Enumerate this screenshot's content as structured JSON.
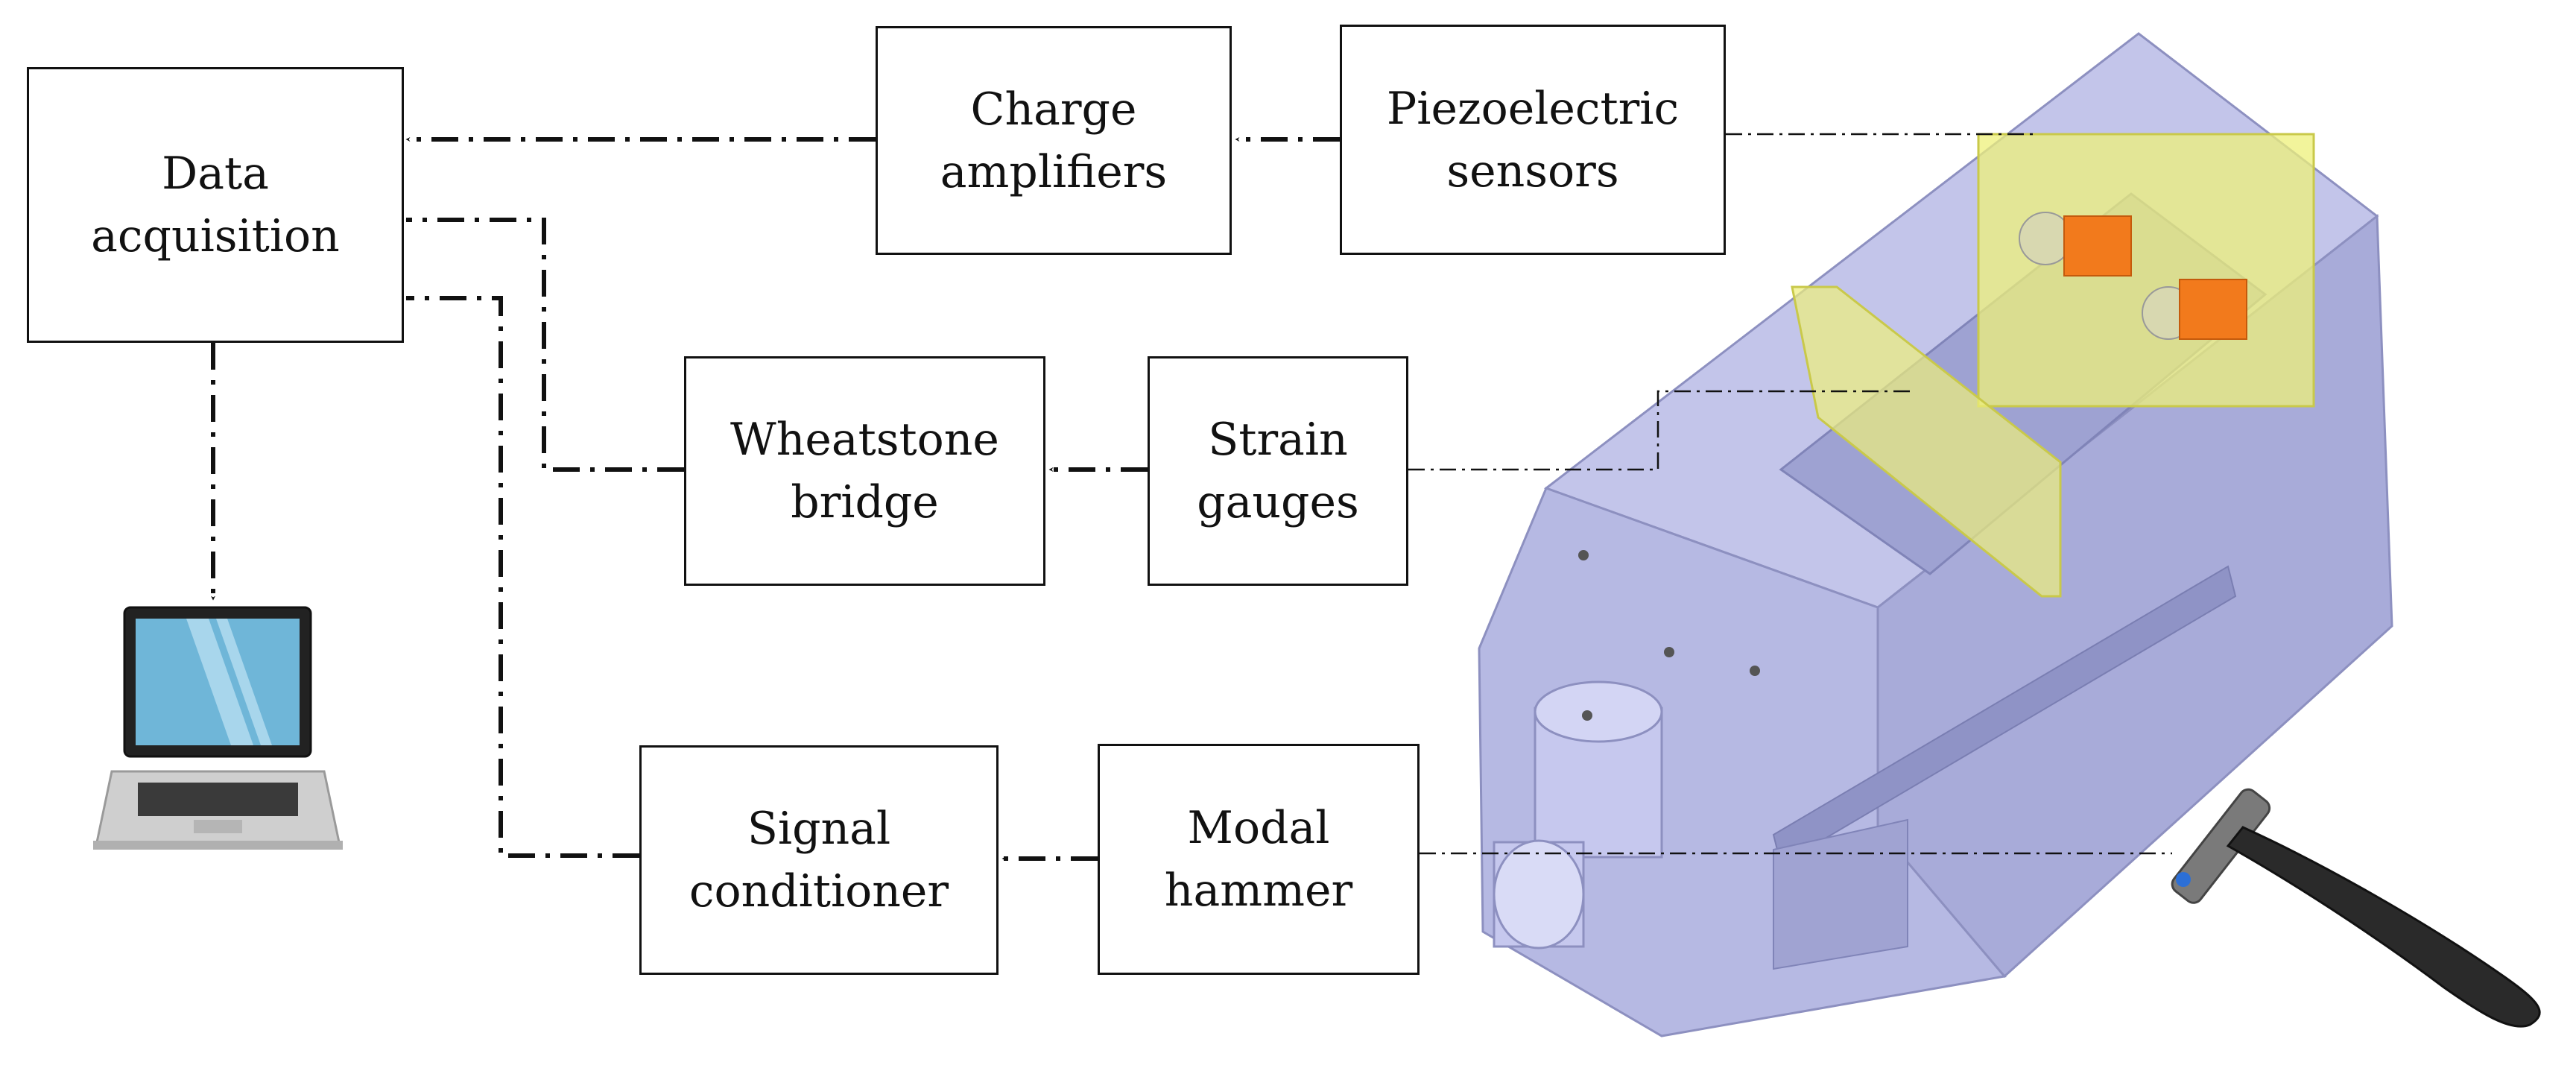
{
  "blocks": {
    "data_acquisition": [
      "Data",
      "acquisition"
    ],
    "charge_amplifiers": [
      "Charge",
      "amplifiers"
    ],
    "piezoelectric_sensors": [
      "Piezoelectric",
      "sensors"
    ],
    "wheatstone_bridge": [
      "Wheatstone",
      "bridge"
    ],
    "strain_gauges": [
      "Strain",
      "gauges"
    ],
    "signal_conditioner": [
      "Signal",
      "conditioner"
    ],
    "modal_hammer": [
      "Modal",
      "hammer"
    ]
  },
  "colors": {
    "line": "#111111",
    "vise_body": "#b3b6e0",
    "vise_shadow": "#9a9dcc",
    "sensor_overlay": "#eef07a",
    "sensor_element": "#f27a1c",
    "laptop_screen": "#6fb6d8",
    "laptop_body": "#c9c9c9"
  },
  "icons": [
    "laptop-icon",
    "machine-vise-illustration",
    "modal-hammer-illustration"
  ]
}
